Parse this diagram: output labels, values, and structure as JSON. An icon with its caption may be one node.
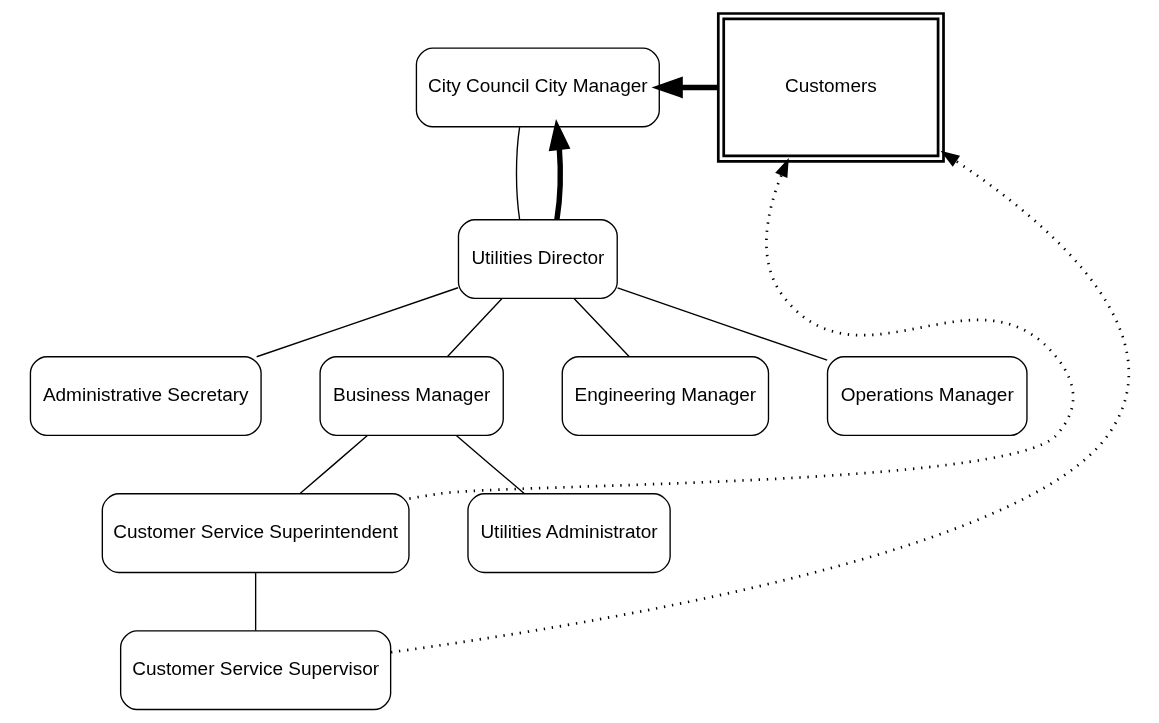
{
  "diagram": {
    "nodes": [
      {
        "text": [
          "City Council City Manager"
        ]
      },
      {
        "text": [
          "Customers"
        ]
      },
      {
        "text": [
          "Utilities Director"
        ]
      },
      {
        "text": [
          "Administrative Secretary"
        ]
      },
      {
        "text": [
          "Business Manager"
        ]
      },
      {
        "text": [
          "Engineering Manager"
        ]
      },
      {
        "text": [
          "Operations Manager"
        ]
      },
      {
        "text": [
          "Customer Service Superintendent"
        ]
      },
      {
        "text": [
          "Utilities Administrator"
        ]
      },
      {
        "text": [
          "Customer Service Supervisor"
        ]
      }
    ],
    "edges": [
      {
        "from": 1,
        "to": 0,
        "arrow": "to",
        "style": "thick"
      },
      {
        "from": 2,
        "to": 0,
        "arrow": "to",
        "style": "thick"
      },
      {
        "from": 0,
        "to": 2,
        "arrow": "none"
      },
      {
        "from": 2,
        "to": 3,
        "arrow": "none"
      },
      {
        "from": 2,
        "to": 4,
        "arrow": "none"
      },
      {
        "from": 2,
        "to": 5,
        "arrow": "none"
      },
      {
        "from": 2,
        "to": 6,
        "arrow": "none"
      },
      {
        "from": 4,
        "to": 7,
        "arrow": "none"
      },
      {
        "from": 4,
        "to": 8,
        "arrow": "none"
      },
      {
        "from": 7,
        "to": 9,
        "arrow": "none"
      },
      {
        "from": 7,
        "to": 1,
        "arrow": "to",
        "style": "dashed"
      },
      {
        "from": 9,
        "to": 1,
        "arrow": "to",
        "style": "dashed"
      }
    ]
  }
}
